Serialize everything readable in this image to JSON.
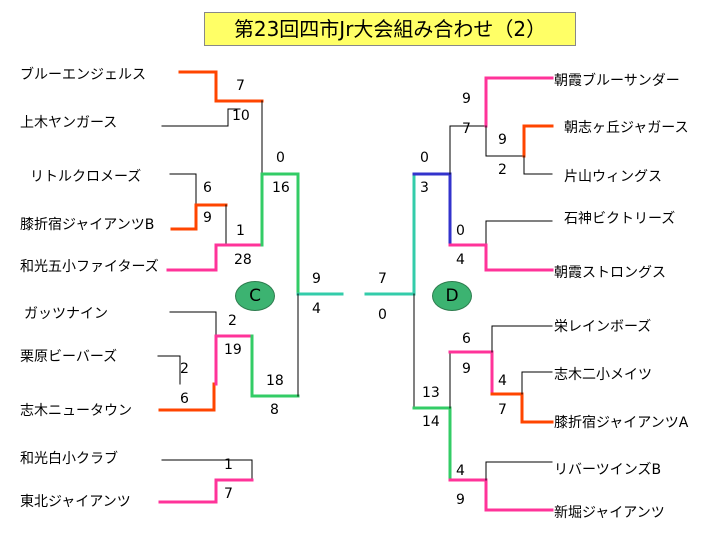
{
  "title": "第23回四市Jr大会組み合わせ（2）",
  "pools": {
    "left": "C",
    "right": "D"
  },
  "teams": {
    "left": [
      "ブルーエンジェルス",
      "上木ヤンガース",
      "リトルクロメーズ",
      "膝折宿ジャイアンツB",
      "和光五小ファイターズ",
      "ガッツナイン",
      "栗原ビーバーズ",
      "志木ニュータウン",
      "和光白小クラブ",
      "東北ジャイアンツ"
    ],
    "right": [
      "朝霞ブルーサンダー",
      "朝志ヶ丘ジャガース",
      "片山ウィングス",
      "石神ビクトリーズ",
      "朝霞ストロングス",
      "栄レインボーズ",
      "志木二小メイツ",
      "膝折宿ジャイアンツA",
      "リバーツインズB",
      "新堀ジャイアンツ"
    ]
  },
  "scores": {
    "left": {
      "r1a": [
        "7",
        "10"
      ],
      "r1b": [
        "6",
        "9"
      ],
      "r2a": [
        "1",
        "28"
      ],
      "r3a": [
        "0",
        "16"
      ],
      "r1c": [
        "2",
        "6"
      ],
      "r2b": [
        "2",
        "19"
      ],
      "r1d": [
        "1",
        "7"
      ],
      "r3b": [
        "18",
        "8"
      ],
      "semi": [
        "9",
        "4"
      ]
    },
    "right": {
      "r1a": [
        "9",
        "2"
      ],
      "r2a": [
        "9",
        "7"
      ],
      "r2b": [
        "0",
        "4"
      ],
      "r3a": [
        "0",
        "3"
      ],
      "r1b": [
        "4",
        "7"
      ],
      "r2c": [
        "6",
        "9"
      ],
      "r1c": [
        "4",
        "9"
      ],
      "r3b": [
        "13",
        "14"
      ],
      "semi": [
        "7",
        "0"
      ]
    }
  },
  "colors": {
    "red": "#ff4500",
    "pink": "#ff3399",
    "green": "#33cc66",
    "teal": "#33ccaa",
    "blue": "#3333cc",
    "plain": "#000000",
    "title_bg": "#ffff66",
    "pool_fill": "#3cb371"
  }
}
